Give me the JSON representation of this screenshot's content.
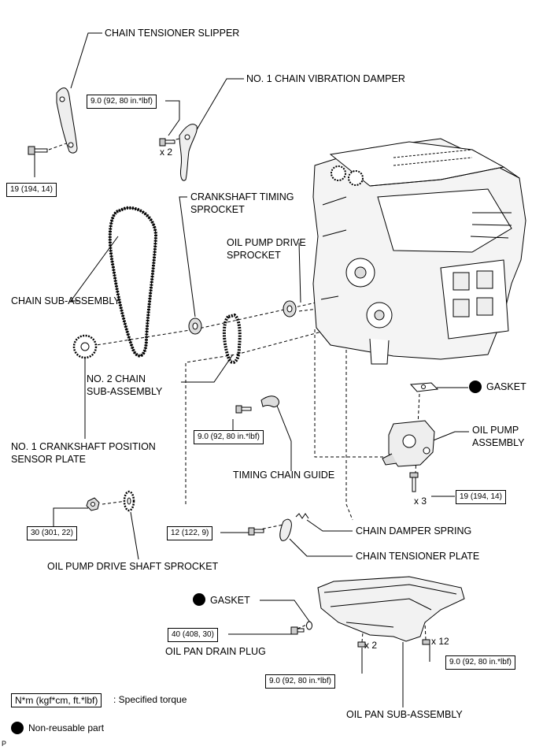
{
  "labels": {
    "chain_tensioner_slipper": "CHAIN TENSIONER SLIPPER",
    "no1_chain_vibration_damper": "NO. 1 CHAIN VIBRATION DAMPER",
    "crankshaft_timing_sprocket_1": "CRANKSHAFT TIMING",
    "crankshaft_timing_sprocket_2": "SPROCKET",
    "oil_pump_drive_sprocket_1": "OIL PUMP DRIVE",
    "oil_pump_drive_sprocket_2": "SPROCKET",
    "chain_sub_assembly": "CHAIN SUB-ASSEMBLY",
    "no2_chain_sub_assembly_1": "NO. 2 CHAIN",
    "no2_chain_sub_assembly_2": "SUB-ASSEMBLY",
    "gasket_top": "GASKET",
    "oil_pump_assembly_1": "OIL PUMP",
    "oil_pump_assembly_2": "ASSEMBLY",
    "no1_crankshaft_position_sensor_plate_1": "NO. 1 CRANKSHAFT POSITION",
    "no1_crankshaft_position_sensor_plate_2": "SENSOR PLATE",
    "timing_chain_guide": "TIMING CHAIN GUIDE",
    "chain_damper_spring": "CHAIN DAMPER SPRING",
    "chain_tensioner_plate": "CHAIN TENSIONER PLATE",
    "oil_pump_drive_shaft_sprocket": "OIL PUMP DRIVE SHAFT SPROCKET",
    "gasket_bottom": "GASKET",
    "oil_pan_drain_plug": "OIL PAN DRAIN PLUG",
    "oil_pan_sub_assembly": "OIL PAN SUB-ASSEMBLY"
  },
  "torques": {
    "damper_bolt": "9.0 (92, 80 in.*lbf)",
    "slipper_bolt": "19 (194, 14)",
    "guide_bolt": "9.0 (92, 80 in.*lbf)",
    "oil_pump_bolt": "19 (194, 14)",
    "drive_shaft_nut": "30 (301, 22)",
    "tensioner_plate_bolt": "12 (122, 9)",
    "drain_plug": "40 (408, 30)",
    "pan_bolt_front": "9.0 (92, 80 in.*lbf)",
    "pan_bolt_side": "9.0 (92, 80 in.*lbf)"
  },
  "multipliers": {
    "damper": "x 2",
    "oil_pump": "x 3",
    "pan_front": "x 2",
    "pan_side": "x 12"
  },
  "legend": {
    "torque_box": "N*m (kgf*cm, ft.*lbf)",
    "torque_text": ": Specified torque",
    "non_reusable_text": "Non-reusable part",
    "corner_mark": "P"
  }
}
